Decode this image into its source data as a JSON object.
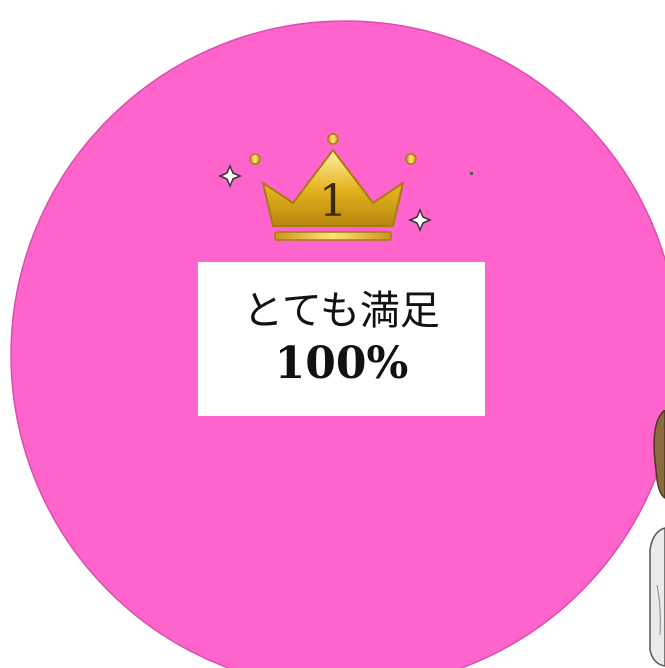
{
  "chart_data": {
    "type": "pie",
    "title": "",
    "slices": [
      {
        "label": "とても満足",
        "value": 100,
        "display": "100%",
        "color": "#ff63cc"
      }
    ],
    "legend": "none",
    "annotations": [
      {
        "rank": "1",
        "icon": "crown-icon"
      }
    ]
  },
  "colors": {
    "slice_fill": "#ff63cc",
    "crown_gold": "#e6b422",
    "label_bg": "#ffffff"
  },
  "icons": {
    "crown": "crown-icon",
    "sparkle": "sparkle-icon",
    "character": "character-illustration"
  }
}
